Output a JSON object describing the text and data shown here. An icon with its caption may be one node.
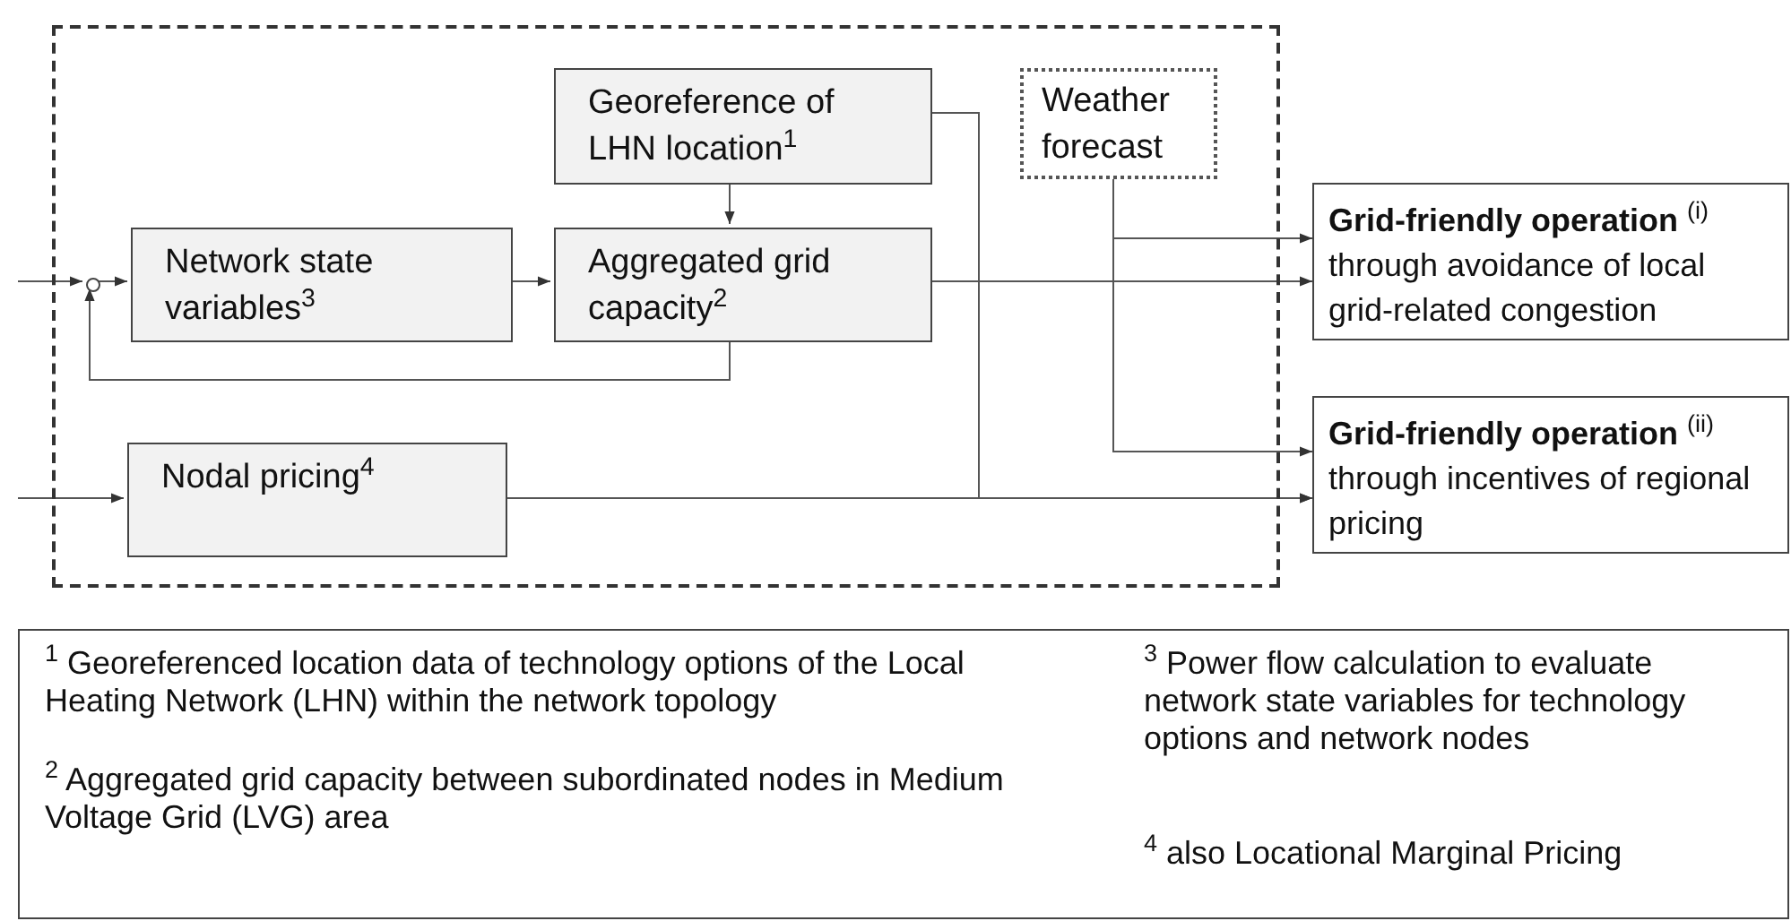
{
  "diagram": {
    "nodes": [
      {
        "text": [],
        "shape": "box"
      },
      {
        "text": [
          "Georeference of LHN location$^{1}$"
        ],
        "in": 0
      },
      {
        "text": [
          "Weather forecast"
        ],
        "in": 0
      },
      {
        "text": [],
        "shape": "circle",
        "in": 0
      },
      {
        "text": [
          "Network state variables$^{3}$"
        ],
        "in": 0
      },
      {
        "text": [
          "Aggregated grid capacity$^{2}$"
        ],
        "in": 0
      },
      {
        "text": [
          "Nodal pricing$^{4}$"
        ],
        "in": 0
      },
      {
        "text": [
          "**Grid-friendly operation** $^{(i)}$",
          "through avoidance of local grid-related congestion"
        ]
      },
      {
        "text": [
          "**Grid-friendly operation** $^{(ii)}$",
          "through incentives of regional pricing"
        ]
      },
      {
        "text": [
          "$^{1}$ Georeferenced location data of technology options of the Local Heating Network (LHN) within the network topology",
          "$^{2}$ Aggregated grid capacity between subordinated nodes in Medium Voltage Grid (LVG) area",
          "$^{3}$ Power flow calculation to evaluate network state variables for technology options and network nodes",
          "$^{4}$ also Locational Marginal Pricing"
        ]
      }
    ],
    "edges": [
      {
        "from": null,
        "to": 3,
        "arrow": "to"
      },
      {
        "from": 3,
        "to": 4,
        "arrow": "to"
      },
      {
        "from": 4,
        "to": 5,
        "arrow": "to"
      },
      {
        "from": 1,
        "to": 5,
        "arrow": "to"
      },
      {
        "from": 5,
        "to": 3,
        "arrow": "to"
      },
      {
        "from": 5,
        "to": 7,
        "arrow": "to"
      },
      {
        "from": 1,
        "to": 8,
        "arrow": "to"
      },
      {
        "from": 6,
        "to": 8,
        "arrow": "to"
      },
      {
        "from": 2,
        "to": 7,
        "arrow": "to"
      },
      {
        "from": 2,
        "to": 8,
        "arrow": "to"
      },
      {
        "from": null,
        "to": 6,
        "arrow": "to"
      }
    ]
  }
}
